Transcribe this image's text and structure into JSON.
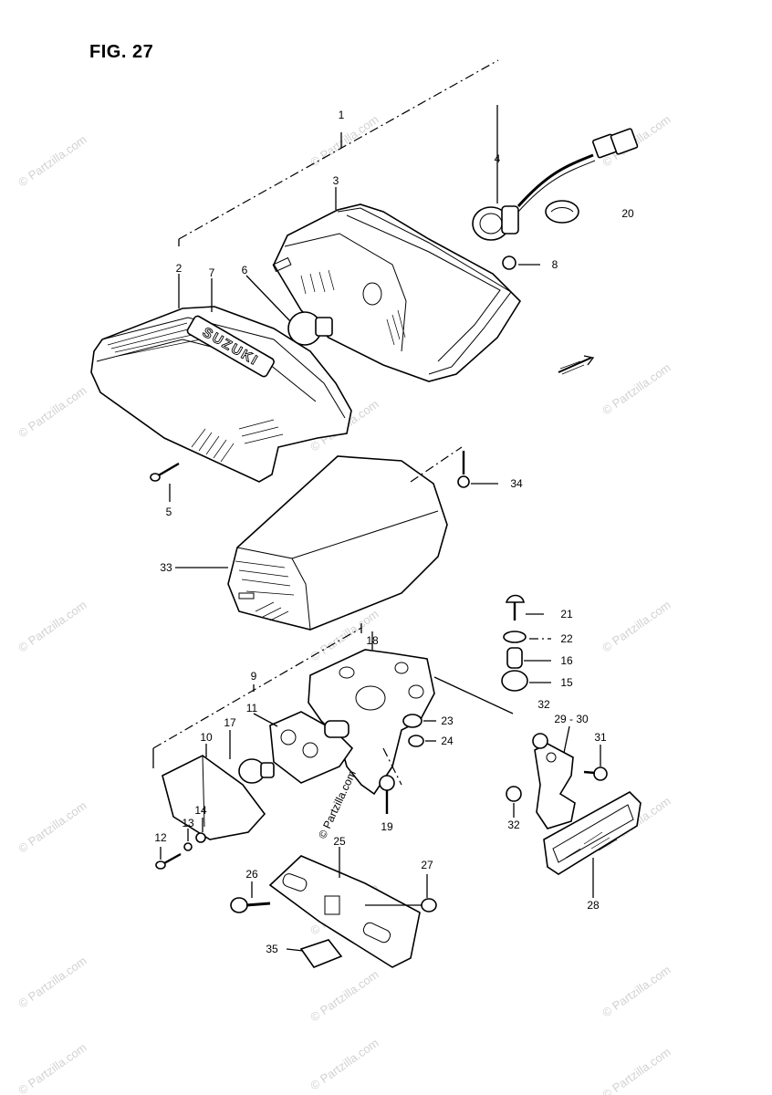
{
  "figure": {
    "title": "FIG. 27"
  },
  "watermark": {
    "text": "© Partzilla.com"
  },
  "callouts": [
    {
      "id": "c1",
      "text": "1"
    },
    {
      "id": "c2",
      "text": "2"
    },
    {
      "id": "c3",
      "text": "3"
    },
    {
      "id": "c4",
      "text": "4"
    },
    {
      "id": "c5",
      "text": "5"
    },
    {
      "id": "c6",
      "text": "6"
    },
    {
      "id": "c7",
      "text": "7"
    },
    {
      "id": "c8",
      "text": "8"
    },
    {
      "id": "c9",
      "text": "9"
    },
    {
      "id": "c10",
      "text": "10"
    },
    {
      "id": "c11",
      "text": "11"
    },
    {
      "id": "c12",
      "text": "12"
    },
    {
      "id": "c13",
      "text": "13"
    },
    {
      "id": "c14",
      "text": "14"
    },
    {
      "id": "c15",
      "text": "15"
    },
    {
      "id": "c16",
      "text": "16"
    },
    {
      "id": "c17",
      "text": "17"
    },
    {
      "id": "c18",
      "text": "18"
    },
    {
      "id": "c19",
      "text": "19"
    },
    {
      "id": "c20",
      "text": "20"
    },
    {
      "id": "c21",
      "text": "21"
    },
    {
      "id": "c22",
      "text": "22"
    },
    {
      "id": "c23",
      "text": "23"
    },
    {
      "id": "c24",
      "text": "24"
    },
    {
      "id": "c25",
      "text": "25"
    },
    {
      "id": "c26",
      "text": "26"
    },
    {
      "id": "c27",
      "text": "27"
    },
    {
      "id": "c28",
      "text": "28"
    },
    {
      "id": "c2930",
      "text": "29 - 30"
    },
    {
      "id": "c31",
      "text": "31"
    },
    {
      "id": "c32a",
      "text": "32"
    },
    {
      "id": "c32b",
      "text": "32"
    },
    {
      "id": "c33",
      "text": "33"
    },
    {
      "id": "c34",
      "text": "34"
    },
    {
      "id": "c35",
      "text": "35"
    }
  ],
  "lens_logo_text": "SUZUKI"
}
